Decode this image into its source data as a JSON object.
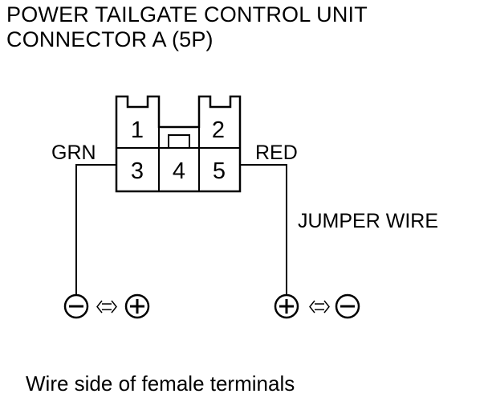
{
  "title": {
    "line1": "POWER TAILGATE CONTROL UNIT",
    "line2": "CONNECTOR A (5P)"
  },
  "connector": {
    "pins": {
      "p1": "1",
      "p2": "2",
      "p3": "3",
      "p4": "4",
      "p5": "5"
    }
  },
  "wires": {
    "left_color": "GRN",
    "right_color": "RED",
    "jumper": "JUMPER WIRE"
  },
  "symbols": {
    "minus": "⊖",
    "plus": "⊕",
    "swap": "⇔"
  },
  "caption": "Wire side of female terminals"
}
